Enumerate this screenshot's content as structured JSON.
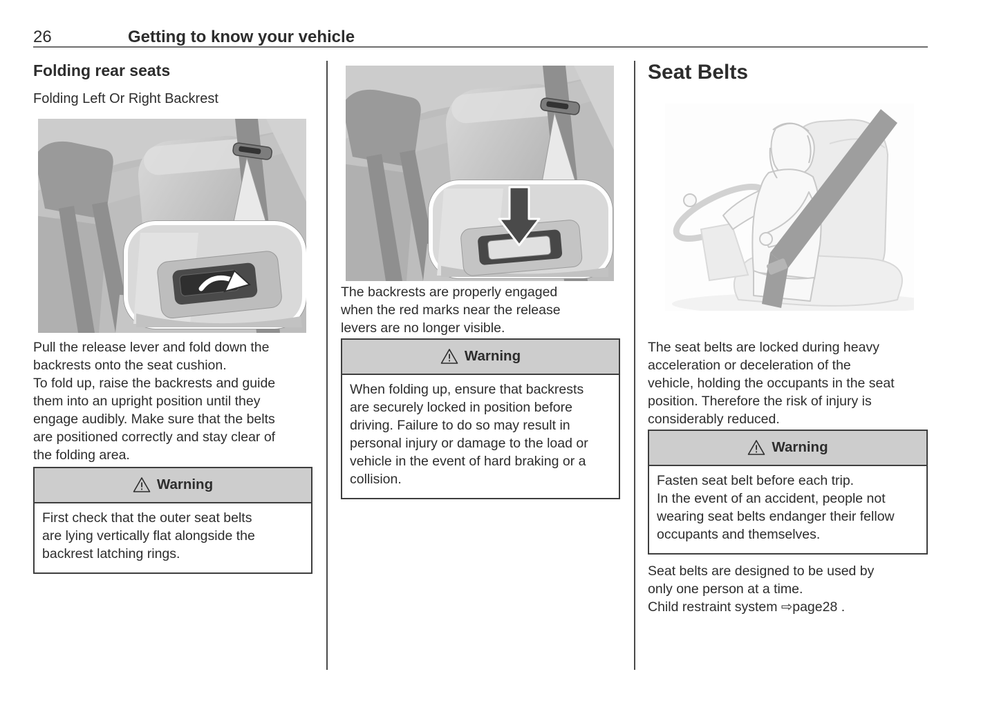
{
  "header": {
    "page_number": "26",
    "title": "Getting to know your vehicle"
  },
  "col1": {
    "heading": "Folding rear seats",
    "subheading": "Folding Left Or Right Backrest",
    "body": "Pull the release lever and fold down the\nbackrests onto the seat cushion.\nTo fold up, raise the backrests and guide\nthem into an upright position until they\nengage audibly. Make sure that the belts\nare positioned correctly and stay clear of\nthe folding area.",
    "warning_title": "Warning",
    "warning_body": "First check that the outer seat belts\nare lying vertically flat alongside the\nbackrest latching rings."
  },
  "col2": {
    "caption": "The backrests are properly engaged\nwhen the red marks near the release\nlevers are no longer visible.",
    "warning_title": "Warning",
    "warning_body": "When folding up, ensure that backrests\nare securely locked in position before\ndriving. Failure to do so may result in\npersonal injury or damage to the load or\nvehicle in the event of hard braking or a\ncollision."
  },
  "col3": {
    "heading": "Seat Belts",
    "body": "The seat belts are locked during heavy\nacceleration or deceleration of the\nvehicle, holding the occupants in the seat\nposition. Therefore the risk of injury is\nconsiderably reduced.",
    "warning_title": "Warning",
    "warning_body": "Fasten seat belt before each trip.\nIn the event of an accident, people not\nwearing seat belts endanger their fellow\noccupants and themselves.",
    "footer_line1": "Seat belts are designed to be used by\nonly one person at a time.",
    "footer_ref_prefix": "Child restraint system ",
    "footer_ref_arrow": "⇨",
    "footer_ref_page": "page28",
    "footer_ref_suffix": " ."
  },
  "colors": {
    "warning_header_bg": "#cdcdcd",
    "rule": "#6f6f6f",
    "text": "#2d2d2d",
    "belt_gray": "#8f8f8f"
  },
  "icons": {
    "warning_triangle": "warning-triangle-icon",
    "page_reference_arrow": "page-reference-arrow-icon"
  }
}
